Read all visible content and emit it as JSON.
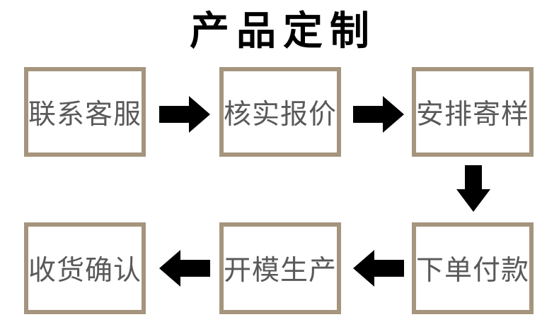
{
  "title": "产品定制",
  "flow": {
    "steps": [
      {
        "id": "contact-service",
        "label": "联系客服"
      },
      {
        "id": "verify-quote",
        "label": "核实报价"
      },
      {
        "id": "arrange-sample",
        "label": "安排寄样"
      },
      {
        "id": "order-payment",
        "label": "下单付款"
      },
      {
        "id": "mold-production",
        "label": "开模生产"
      },
      {
        "id": "receipt-confirm",
        "label": "收货确认"
      }
    ],
    "arrows": [
      {
        "from": "contact-service",
        "to": "verify-quote",
        "direction": "right"
      },
      {
        "from": "verify-quote",
        "to": "arrange-sample",
        "direction": "right"
      },
      {
        "from": "arrange-sample",
        "to": "order-payment",
        "direction": "down"
      },
      {
        "from": "order-payment",
        "to": "mold-production",
        "direction": "left"
      },
      {
        "from": "mold-production",
        "to": "receipt-confirm",
        "direction": "left"
      }
    ]
  },
  "colors": {
    "background": "#ffffff",
    "box_border": "#a5947e",
    "box_text": "#595959",
    "arrow": "#000000",
    "title": "#000000"
  }
}
